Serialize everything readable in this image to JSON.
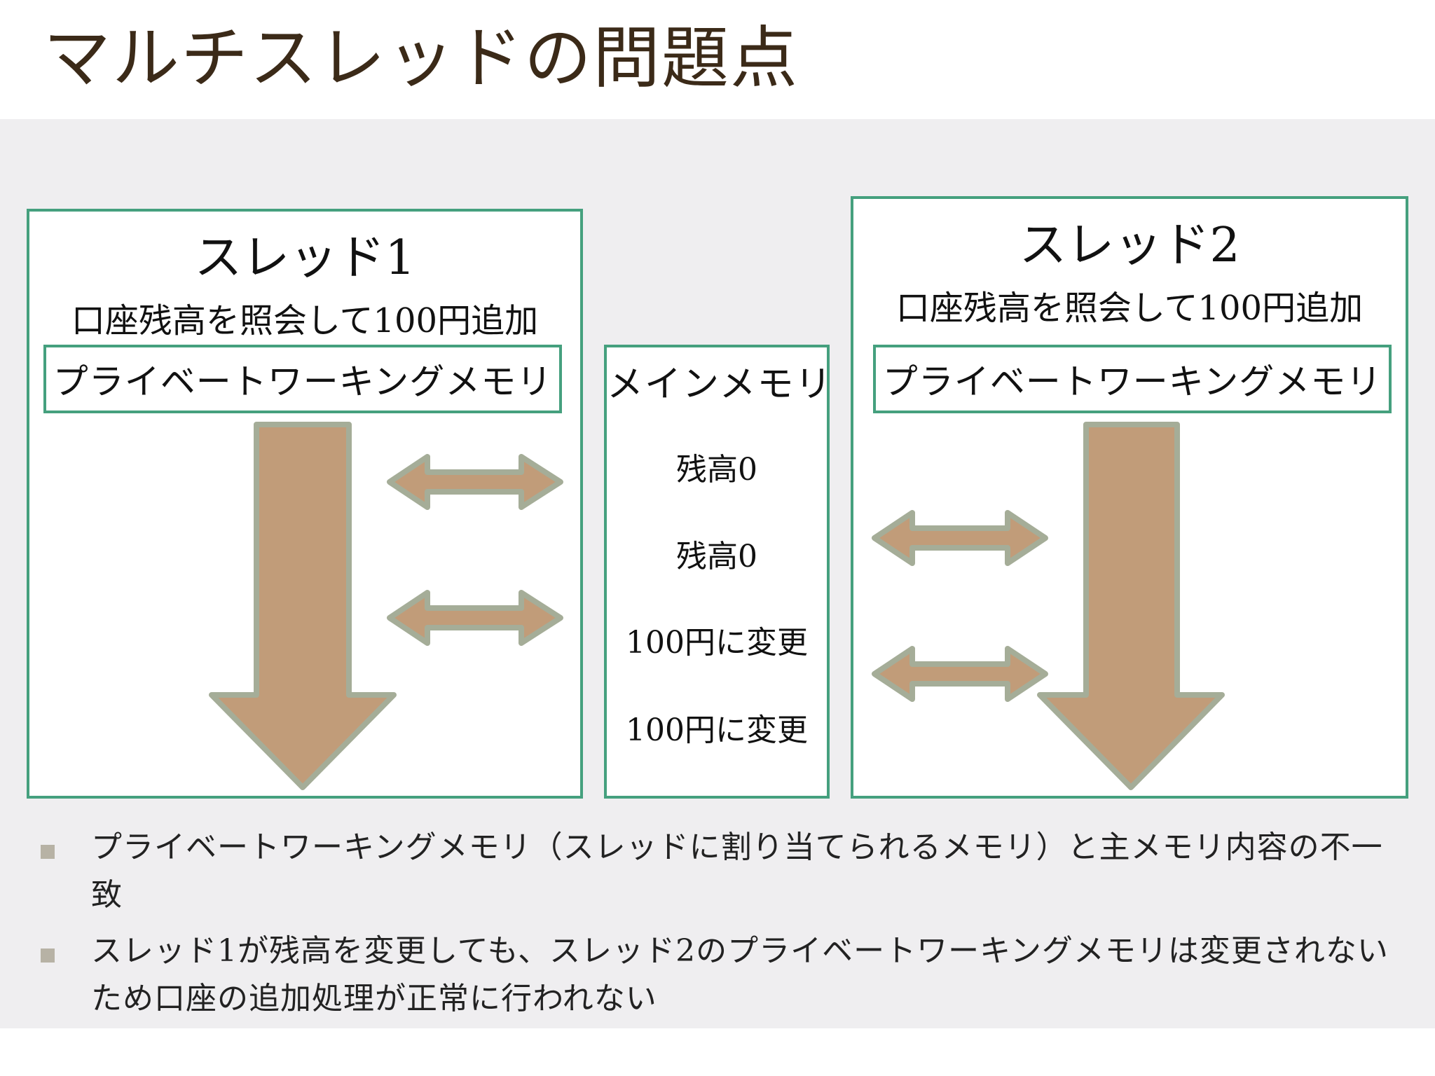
{
  "title": "マルチスレッドの問題点",
  "thread1": {
    "title": "スレッド1",
    "subtitle": "口座残高を照会して100円追加",
    "memory_label": "プライベートワーキングメモリ"
  },
  "thread2": {
    "title": "スレッド2",
    "subtitle": "口座残高を照会して100円追加",
    "memory_label": "プライベートワーキングメモリ"
  },
  "main_memory": {
    "label": "メインメモリ",
    "items": [
      "残高0",
      "残高0",
      "100円に変更",
      "100円に変更"
    ]
  },
  "bullets": [
    "プライベートワーキングメモリ（スレッドに割り当てられるメモリ）と主メモリ内容の不一致",
    "スレッド1が残高を変更しても、スレッド2のプライベートワーキングメモリは変更されないため口座の追加処理が正常に行われない"
  ],
  "colors": {
    "title": "#3b2a18",
    "box_border": "#45a07e",
    "arrow_fill": "#c19c79",
    "arrow_stroke": "#a5ad98",
    "background": "#efeef0",
    "bullet_mark": "#b7b2a5"
  }
}
